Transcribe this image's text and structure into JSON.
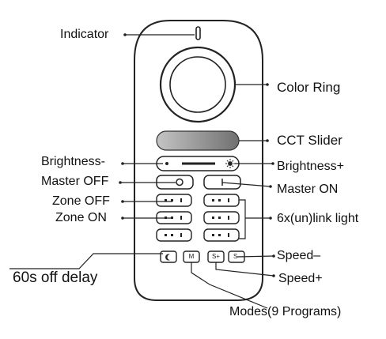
{
  "labels": {
    "indicator": "Indicator",
    "color_ring": "Color Ring",
    "cct_slider": "CCT Slider",
    "brightness_minus": "Brightness-",
    "brightness_plus": "Brightness+",
    "master_off": "Master OFF",
    "master_on": "Master ON",
    "zone_off": "Zone OFF",
    "zone_on": "Zone ON",
    "link_light": "6x(un)link light",
    "speed_minus": "Speed–",
    "speed_plus": "Speed+",
    "off_delay": "60s off delay",
    "modes": "Modes(9 Programs)"
  },
  "buttons": {
    "speed_plus": "S+",
    "speed_minus": "S-",
    "mode": "M"
  },
  "icons": {
    "delay": "moon-icon",
    "brightness_minus": "sun-dim-icon",
    "brightness_plus": "sun-bright-icon",
    "master_off": "circle-icon",
    "master_on": "bar-icon"
  },
  "colors": {
    "outline": "#222222",
    "slider_gradient_start": "#bdbdbd",
    "slider_gradient_end": "#7a7a7a"
  }
}
